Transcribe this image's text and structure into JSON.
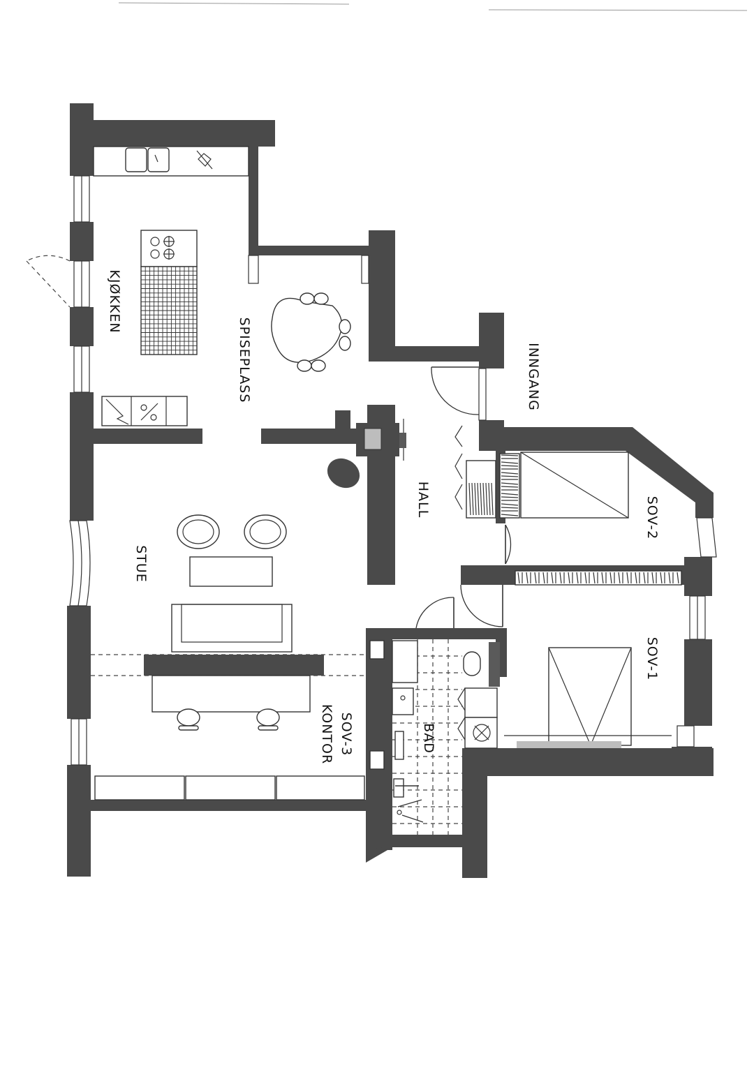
{
  "plan": {
    "rooms": {
      "kjokken": "KJØKKEN",
      "spiseplass": "SPISEPLASS",
      "inngang": "INNGANG",
      "hall": "HALL",
      "sov2": "SOV-2",
      "stue": "STUE",
      "sov1": "SOV-1",
      "bad": "BAD",
      "sov3": "SOV-3",
      "kontor": "KONTOR"
    },
    "colors": {
      "wall": "#4a4a4a",
      "background": "#ffffff",
      "line": "#333333"
    },
    "orientation": "rotated 90° clockwise"
  }
}
